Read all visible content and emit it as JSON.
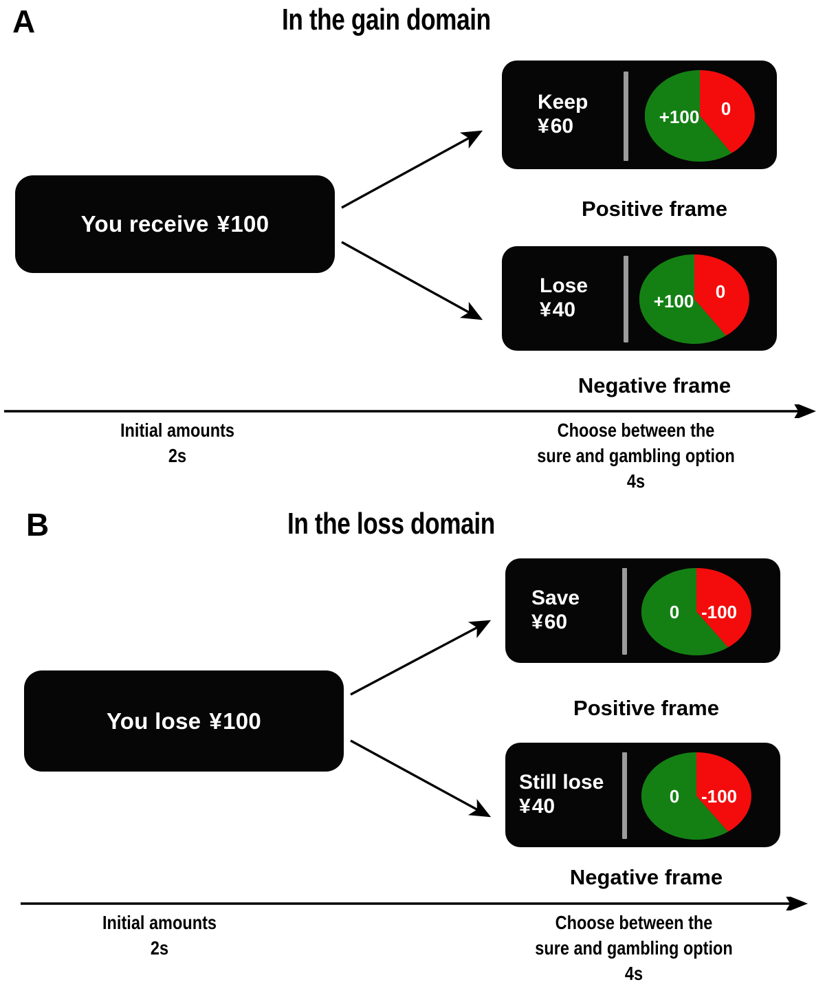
{
  "figure": {
    "currency_symbol": "¥",
    "colors": {
      "gain_slice": "#148014",
      "loss_slice": "#f40c0c",
      "card_background": "#060606",
      "divider": "#9b9b9b",
      "label_text": "#ffffff",
      "page_background": "#ffffff"
    }
  },
  "panels": [
    {
      "letter": "A",
      "title": "In the gain domain",
      "initial": {
        "text": "You receive",
        "currency": "¥",
        "amount": "100"
      },
      "options": [
        {
          "frame": "Positive frame",
          "sure_verb": "Keep",
          "currency": "¥",
          "sure_amount": "60",
          "gamble": {
            "win_label": "+100",
            "lose_label": "0"
          }
        },
        {
          "frame": "Negative frame",
          "sure_verb": "Lose",
          "currency": "¥",
          "sure_amount": "40",
          "gamble": {
            "win_label": "+100",
            "lose_label": "0"
          }
        }
      ],
      "timeline": {
        "stage1_name": "Initial amounts",
        "stage1_duration": "2s",
        "stage2_name_line1": "Choose between the",
        "stage2_name_line2": "sure and gambling option",
        "stage2_duration": "4s"
      }
    },
    {
      "letter": "B",
      "title": "In the loss domain",
      "initial": {
        "text": "You lose",
        "currency": "¥",
        "amount": "100"
      },
      "options": [
        {
          "frame": "Positive frame",
          "sure_verb": "Save",
          "currency": "¥",
          "sure_amount": "60",
          "gamble": {
            "win_label": "0",
            "lose_label": "-100"
          }
        },
        {
          "frame": "Negative frame",
          "sure_verb": "Still lose",
          "currency": "¥",
          "sure_amount": "40",
          "gamble": {
            "win_label": "0",
            "lose_label": "-100"
          }
        }
      ],
      "timeline": {
        "stage1_name": "Initial amounts",
        "stage1_duration": "2s",
        "stage2_name_line1": "Choose between the",
        "stage2_name_line2": "sure and gambling option",
        "stage2_duration": "4s"
      }
    }
  ],
  "chart_data": [
    {
      "type": "pie",
      "title": "Gain domain gamble — positive frame (Keep ¥60)",
      "categories": [
        "+100",
        "0"
      ],
      "values": [
        60,
        40
      ],
      "colors": [
        "#148014",
        "#f40c0c"
      ],
      "start_angle_deg": 0,
      "direction": "clockwise",
      "legend": "inside-slice-labels"
    },
    {
      "type": "pie",
      "title": "Gain domain gamble — negative frame (Lose ¥40)",
      "categories": [
        "+100",
        "0"
      ],
      "values": [
        60,
        40
      ],
      "colors": [
        "#148014",
        "#f40c0c"
      ],
      "start_angle_deg": 0,
      "direction": "clockwise",
      "legend": "inside-slice-labels"
    },
    {
      "type": "pie",
      "title": "Loss domain gamble — positive frame (Save ¥60)",
      "categories": [
        "0",
        "-100"
      ],
      "values": [
        60,
        40
      ],
      "colors": [
        "#148014",
        "#f40c0c"
      ],
      "start_angle_deg": 0,
      "direction": "clockwise",
      "legend": "inside-slice-labels"
    },
    {
      "type": "pie",
      "title": "Loss domain gamble — negative frame (Still lose ¥40)",
      "categories": [
        "0",
        "-100"
      ],
      "values": [
        60,
        40
      ],
      "colors": [
        "#148014",
        "#f40c0c"
      ],
      "start_angle_deg": 0,
      "direction": "clockwise",
      "legend": "inside-slice-labels"
    }
  ]
}
